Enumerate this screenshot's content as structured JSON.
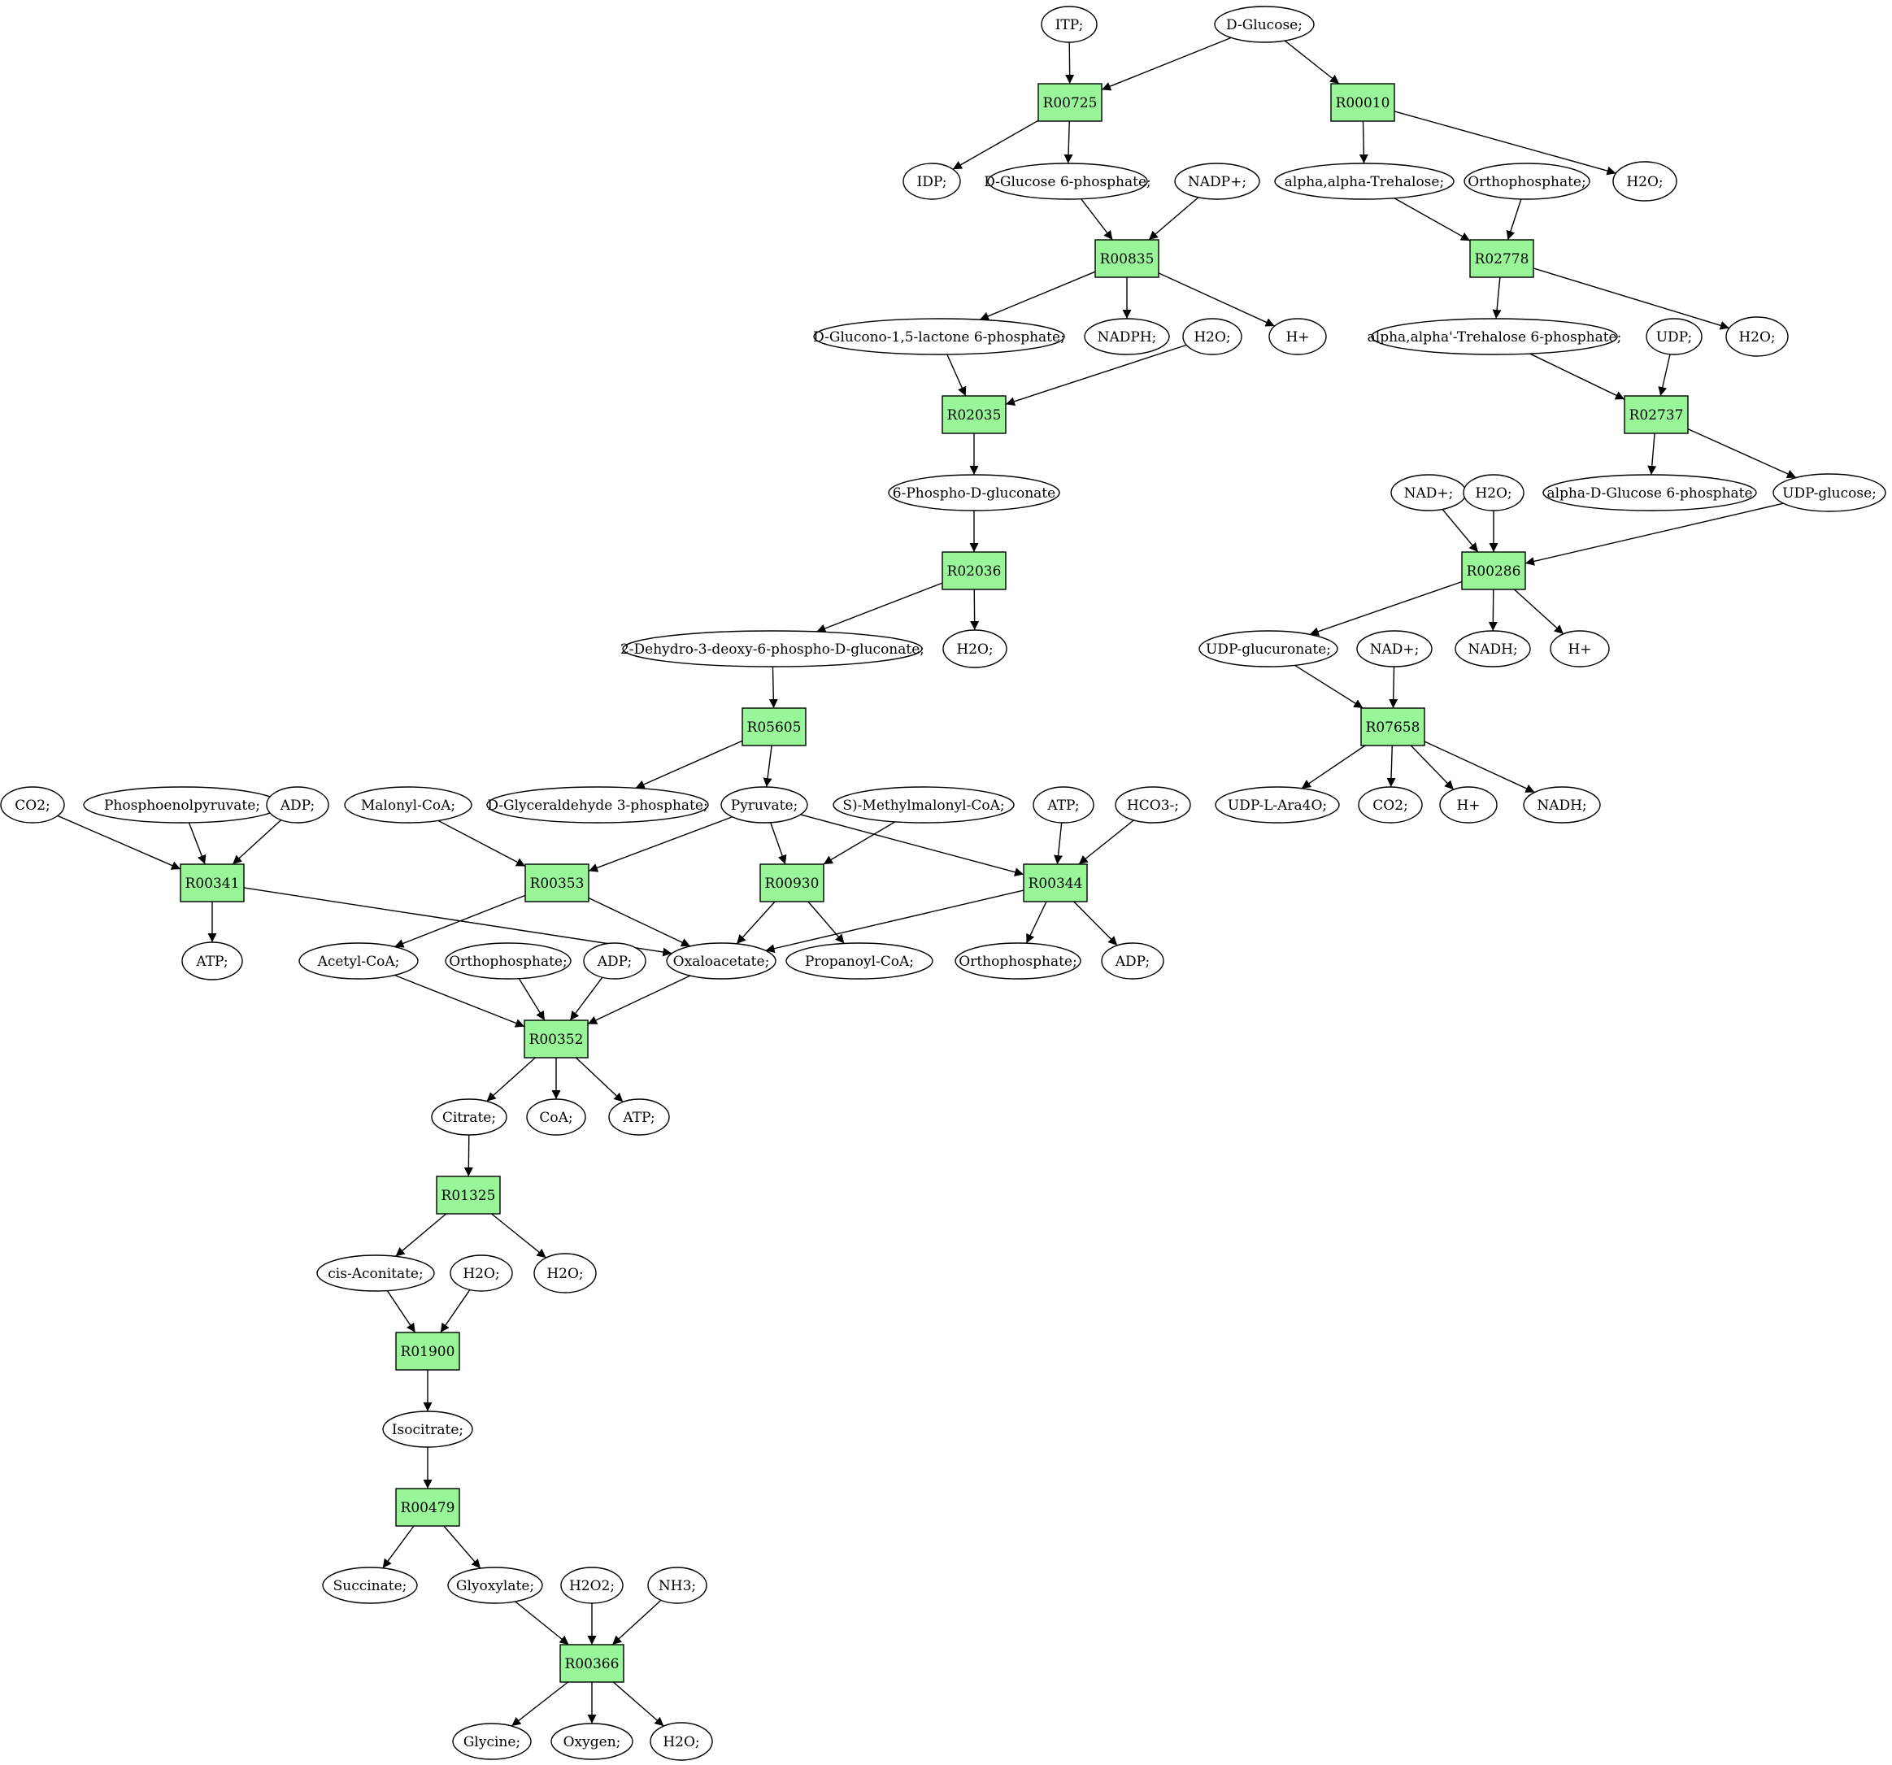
{
  "colors": {
    "reaction_fill": "#98f598",
    "metabolite_fill": "#ffffff",
    "start_fill": "#00ee00",
    "target_fill": "#ffff00",
    "edge": "#000000"
  },
  "nodes": {
    "itp": {
      "label": "ITP;",
      "kind": "metabolite"
    },
    "dglucose": {
      "label": "D-Glucose;",
      "kind": "start"
    },
    "r00725": {
      "label": "R00725",
      "kind": "reaction"
    },
    "r00010": {
      "label": "R00010",
      "kind": "reaction"
    },
    "idp": {
      "label": "IDP;",
      "kind": "metabolite"
    },
    "g6p": {
      "label": "D-Glucose 6-phosphate;",
      "kind": "metabolite"
    },
    "nadp": {
      "label": "NADP+;",
      "kind": "metabolite"
    },
    "trehalose": {
      "label": "alpha,alpha-Trehalose;",
      "kind": "metabolite"
    },
    "orthophosphate1": {
      "label": "Orthophosphate;",
      "kind": "metabolite"
    },
    "h2o_1": {
      "label": "H2O;",
      "kind": "metabolite"
    },
    "r00835": {
      "label": "R00835",
      "kind": "reaction"
    },
    "r02778": {
      "label": "R02778",
      "kind": "reaction"
    },
    "glucono": {
      "label": "D-Glucono-1,5-lactone 6-phosphate;",
      "kind": "metabolite"
    },
    "nadph": {
      "label": "NADPH;",
      "kind": "metabolite"
    },
    "h2o_2": {
      "label": "H2O;",
      "kind": "metabolite"
    },
    "hplus_1": {
      "label": "H+",
      "kind": "metabolite"
    },
    "tre6p": {
      "label": "alpha,alpha'-Trehalose 6-phosphate;",
      "kind": "metabolite"
    },
    "udp": {
      "label": "UDP;",
      "kind": "metabolite"
    },
    "h2o_3": {
      "label": "H2O;",
      "kind": "metabolite"
    },
    "r02035": {
      "label": "R02035",
      "kind": "reaction"
    },
    "r02737": {
      "label": "R02737",
      "kind": "reaction"
    },
    "pgluconate": {
      "label": "6-Phospho-D-gluconate",
      "kind": "metabolite"
    },
    "ag6p": {
      "label": "alpha-D-Glucose 6-phosphate",
      "kind": "metabolite"
    },
    "udpglucose": {
      "label": "UDP-glucose;",
      "kind": "metabolite"
    },
    "nad_1": {
      "label": "NAD+;",
      "kind": "metabolite"
    },
    "h2o_4": {
      "label": "H2O;",
      "kind": "metabolite"
    },
    "r02036": {
      "label": "R02036",
      "kind": "reaction"
    },
    "r00286": {
      "label": "R00286",
      "kind": "reaction"
    },
    "kdpg": {
      "label": "2-Dehydro-3-deoxy-6-phospho-D-gluconate;",
      "kind": "metabolite"
    },
    "h2o_5": {
      "label": "H2O;",
      "kind": "metabolite"
    },
    "udpglucuronate": {
      "label": "UDP-glucuronate;",
      "kind": "metabolite"
    },
    "nad_2": {
      "label": "NAD+;",
      "kind": "metabolite"
    },
    "nadh_1": {
      "label": "NADH;",
      "kind": "metabolite"
    },
    "hplus_2": {
      "label": "H+",
      "kind": "metabolite"
    },
    "r05605": {
      "label": "R05605",
      "kind": "reaction"
    },
    "r07658": {
      "label": "R07658",
      "kind": "reaction"
    },
    "co2_1": {
      "label": "CO2;",
      "kind": "metabolite"
    },
    "pep": {
      "label": "Phosphoenolpyruvate;",
      "kind": "metabolite"
    },
    "adp_1": {
      "label": "ADP;",
      "kind": "metabolite"
    },
    "malonylcoa": {
      "label": "Malonyl-CoA;",
      "kind": "metabolite"
    },
    "g3p": {
      "label": "D-Glyceraldehyde 3-phosphate;",
      "kind": "metabolite"
    },
    "pyruvate": {
      "label": "Pyruvate;",
      "kind": "metabolite"
    },
    "methylmalonyl": {
      "label": "S)-Methylmalonyl-CoA;",
      "kind": "metabolite"
    },
    "atp_1": {
      "label": "ATP;",
      "kind": "metabolite"
    },
    "hco3": {
      "label": "HCO3-;",
      "kind": "metabolite"
    },
    "udpara": {
      "label": "UDP-L-Ara4O;",
      "kind": "metabolite"
    },
    "co2_2": {
      "label": "CO2;",
      "kind": "metabolite"
    },
    "hplus_3": {
      "label": "H+",
      "kind": "metabolite"
    },
    "nadh_2": {
      "label": "NADH;",
      "kind": "metabolite"
    },
    "r00341": {
      "label": "R00341",
      "kind": "reaction"
    },
    "r00353": {
      "label": "R00353",
      "kind": "reaction"
    },
    "r00930": {
      "label": "R00930",
      "kind": "reaction"
    },
    "r00344": {
      "label": "R00344",
      "kind": "reaction"
    },
    "atp_2": {
      "label": "ATP;",
      "kind": "metabolite"
    },
    "acetylcoa": {
      "label": "Acetyl-CoA;",
      "kind": "metabolite"
    },
    "orthophosphate2": {
      "label": "Orthophosphate;",
      "kind": "metabolite"
    },
    "adp_2": {
      "label": "ADP;",
      "kind": "metabolite"
    },
    "oxaloacetate": {
      "label": "Oxaloacetate;",
      "kind": "metabolite"
    },
    "propanoylcoa": {
      "label": "Propanoyl-CoA;",
      "kind": "metabolite"
    },
    "orthophosphate3": {
      "label": "Orthophosphate;",
      "kind": "metabolite"
    },
    "adp_3": {
      "label": "ADP;",
      "kind": "metabolite"
    },
    "r00352": {
      "label": "R00352",
      "kind": "reaction"
    },
    "citrate": {
      "label": "Citrate;",
      "kind": "metabolite"
    },
    "coa": {
      "label": "CoA;",
      "kind": "metabolite"
    },
    "atp_3": {
      "label": "ATP;",
      "kind": "metabolite"
    },
    "r01325": {
      "label": "R01325",
      "kind": "reaction"
    },
    "cisaconitate": {
      "label": "cis-Aconitate;",
      "kind": "metabolite"
    },
    "h2o_6": {
      "label": "H2O;",
      "kind": "metabolite"
    },
    "h2o_7": {
      "label": "H2O;",
      "kind": "metabolite"
    },
    "r01900": {
      "label": "R01900",
      "kind": "reaction"
    },
    "isocitrate": {
      "label": "Isocitrate;",
      "kind": "metabolite"
    },
    "r00479": {
      "label": "R00479",
      "kind": "reaction"
    },
    "succinate": {
      "label": "Succinate;",
      "kind": "metabolite"
    },
    "glyoxylate": {
      "label": "Glyoxylate;",
      "kind": "metabolite"
    },
    "h2o2": {
      "label": "H2O2;",
      "kind": "metabolite"
    },
    "nh3": {
      "label": "NH3;",
      "kind": "metabolite"
    },
    "r00366": {
      "label": "R00366",
      "kind": "reaction"
    },
    "glycine": {
      "label": "Glycine;",
      "kind": "target"
    },
    "oxygen": {
      "label": "Oxygen;",
      "kind": "metabolite"
    },
    "h2o_8": {
      "label": "H2O;",
      "kind": "metabolite"
    }
  },
  "edges": [
    [
      "itp",
      "r00725"
    ],
    [
      "dglucose",
      "r00725"
    ],
    [
      "dglucose",
      "r00010"
    ],
    [
      "r00725",
      "idp"
    ],
    [
      "r00725",
      "g6p"
    ],
    [
      "r00010",
      "trehalose"
    ],
    [
      "r00010",
      "h2o_1"
    ],
    [
      "g6p",
      "r00835"
    ],
    [
      "nadp",
      "r00835"
    ],
    [
      "trehalose",
      "r02778"
    ],
    [
      "orthophosphate1",
      "r02778"
    ],
    [
      "r00835",
      "glucono"
    ],
    [
      "r00835",
      "nadph"
    ],
    [
      "r00835",
      "hplus_1"
    ],
    [
      "r02778",
      "tre6p"
    ],
    [
      "r02778",
      "h2o_3"
    ],
    [
      "glucono",
      "r02035"
    ],
    [
      "h2o_2",
      "r02035"
    ],
    [
      "tre6p",
      "r02737"
    ],
    [
      "udp",
      "r02737"
    ],
    [
      "r02035",
      "pgluconate"
    ],
    [
      "r02737",
      "ag6p"
    ],
    [
      "r02737",
      "udpglucose"
    ],
    [
      "pgluconate",
      "r02036"
    ],
    [
      "nad_1",
      "r00286"
    ],
    [
      "h2o_4",
      "r00286"
    ],
    [
      "udpglucose",
      "r00286"
    ],
    [
      "r02036",
      "kdpg"
    ],
    [
      "r02036",
      "h2o_5"
    ],
    [
      "r00286",
      "udpglucuronate"
    ],
    [
      "r00286",
      "nadh_1"
    ],
    [
      "r00286",
      "hplus_2"
    ],
    [
      "kdpg",
      "r05605"
    ],
    [
      "udpglucuronate",
      "r07658"
    ],
    [
      "nad_2",
      "r07658"
    ],
    [
      "r05605",
      "g3p"
    ],
    [
      "r05605",
      "pyruvate"
    ],
    [
      "r07658",
      "udpara"
    ],
    [
      "r07658",
      "co2_2"
    ],
    [
      "r07658",
      "hplus_3"
    ],
    [
      "r07658",
      "nadh_2"
    ],
    [
      "co2_1",
      "r00341"
    ],
    [
      "pep",
      "r00341"
    ],
    [
      "adp_1",
      "r00341"
    ],
    [
      "malonylcoa",
      "r00353"
    ],
    [
      "pyruvate",
      "r00353"
    ],
    [
      "pyruvate",
      "r00930"
    ],
    [
      "methylmalonyl",
      "r00930"
    ],
    [
      "pyruvate",
      "r00344"
    ],
    [
      "atp_1",
      "r00344"
    ],
    [
      "hco3",
      "r00344"
    ],
    [
      "r00341",
      "atp_2"
    ],
    [
      "r00341",
      "oxaloacetate"
    ],
    [
      "r00353",
      "acetylcoa"
    ],
    [
      "r00353",
      "oxaloacetate"
    ],
    [
      "r00930",
      "oxaloacetate"
    ],
    [
      "r00930",
      "propanoylcoa"
    ],
    [
      "r00344",
      "oxaloacetate"
    ],
    [
      "r00344",
      "orthophosphate3"
    ],
    [
      "r00344",
      "adp_3"
    ],
    [
      "acetylcoa",
      "r00352"
    ],
    [
      "orthophosphate2",
      "r00352"
    ],
    [
      "adp_2",
      "r00352"
    ],
    [
      "oxaloacetate",
      "r00352"
    ],
    [
      "r00352",
      "citrate"
    ],
    [
      "r00352",
      "coa"
    ],
    [
      "r00352",
      "atp_3"
    ],
    [
      "citrate",
      "r01325"
    ],
    [
      "r01325",
      "cisaconitate"
    ],
    [
      "r01325",
      "h2o_7"
    ],
    [
      "cisaconitate",
      "r01900"
    ],
    [
      "h2o_6",
      "r01900"
    ],
    [
      "r01900",
      "isocitrate"
    ],
    [
      "isocitrate",
      "r00479"
    ],
    [
      "r00479",
      "succinate"
    ],
    [
      "r00479",
      "glyoxylate"
    ],
    [
      "glyoxylate",
      "r00366"
    ],
    [
      "h2o2",
      "r00366"
    ],
    [
      "nh3",
      "r00366"
    ],
    [
      "r00366",
      "glycine"
    ],
    [
      "r00366",
      "oxygen"
    ],
    [
      "r00366",
      "h2o_8"
    ]
  ]
}
